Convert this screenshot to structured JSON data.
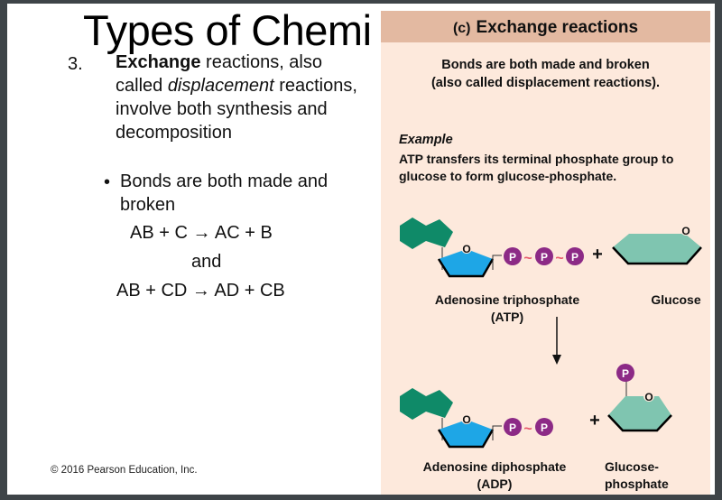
{
  "slide": {
    "title": "Types of Chemi",
    "item_number": "3.",
    "intro_bold": "Exchange",
    "intro_rest1": " reactions, also called ",
    "intro_italic": "displacement",
    "intro_rest2": " reactions, involve both synthesis and decomposition",
    "bullet_symbol": "•",
    "bullet_text": "Bonds are both made and broken",
    "equation_1": "AB + C → AC + B",
    "connector": "and",
    "equation_2": "AB + CD → AD + CB",
    "copyright": "© 2016 Pearson Education, Inc."
  },
  "panel": {
    "tag": "(c)",
    "header": "Exchange reactions",
    "subtitle_line1": "Bonds are both made and broken",
    "subtitle_line2": "(also called displacement reactions).",
    "example_label": "Example",
    "example_text": "ATP transfers its terminal phosphate group to glucose to form glucose-phosphate.",
    "atp_label_line1": "Adenosine triphosphate",
    "atp_label_line2": "(ATP)",
    "glucose_label": "Glucose",
    "adp_label_line1": "Adenosine diphosphate",
    "adp_label_line2": "(ADP)",
    "glucose_phosphate_line1": "Glucose-",
    "glucose_phosphate_line2": "phosphate",
    "oxygen_symbol": "O",
    "phosphate_symbol": "P",
    "high_energy_bond": "~",
    "plus": "+"
  },
  "colors": {
    "frame": "#3e4448",
    "panel_header": "#e3b9a1",
    "panel_body": "#fde9dc",
    "adenine": "#0f8a68",
    "ribose": "#1ea6e6",
    "glucose": "#7fc5b0",
    "phosphate": "#8c2a86",
    "bond": "#e85a6c"
  }
}
